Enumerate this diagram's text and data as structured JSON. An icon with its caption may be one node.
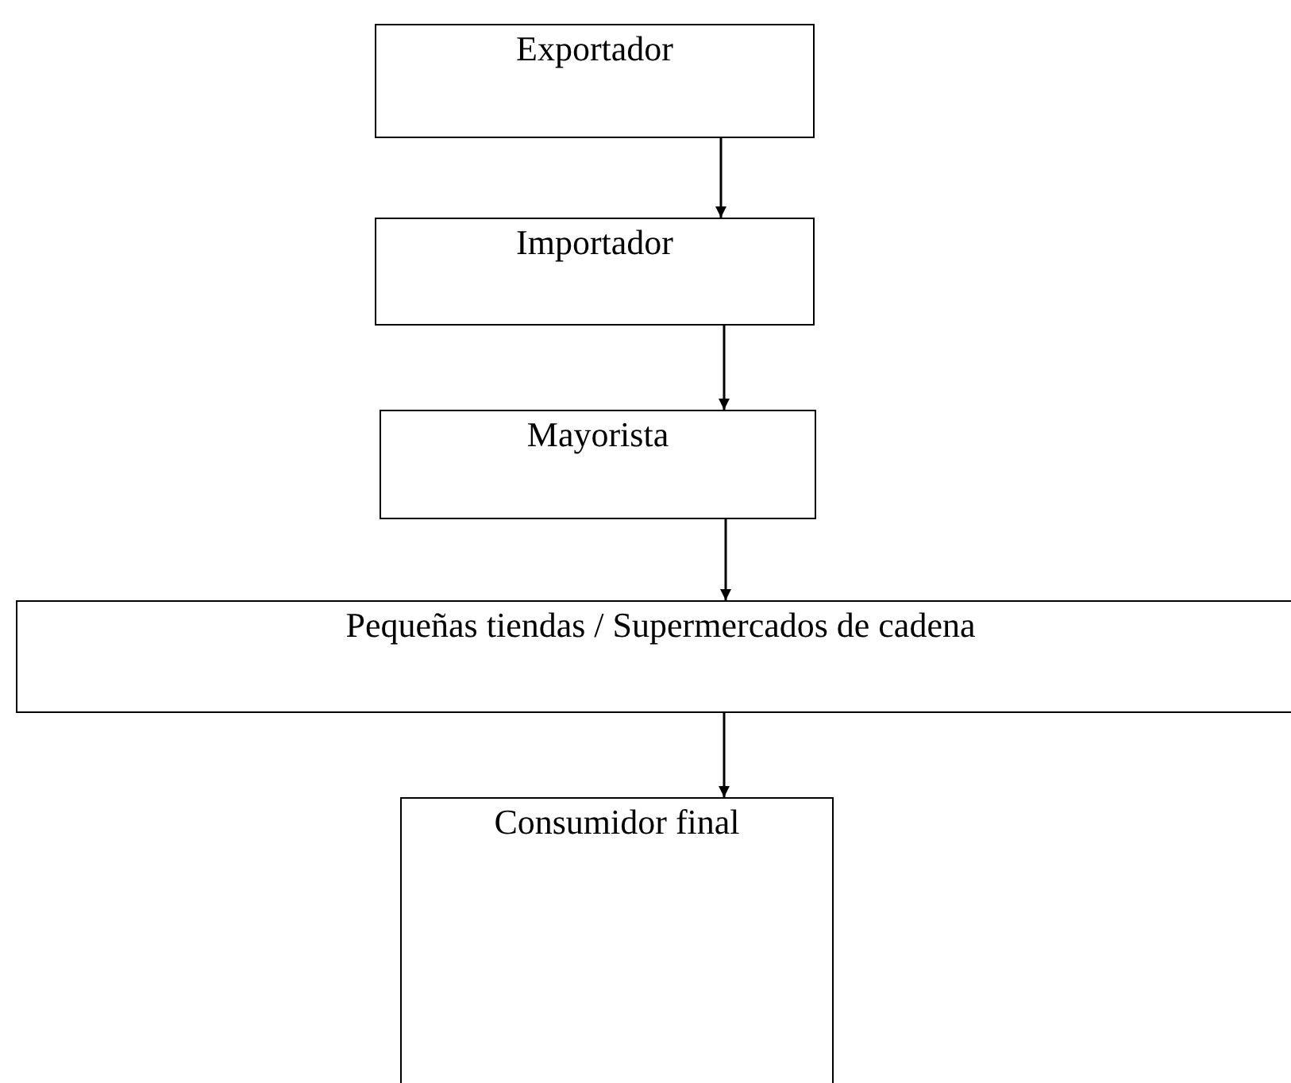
{
  "diagram": {
    "nodes": [
      {
        "text": [
          "Exportador"
        ]
      },
      {
        "text": [
          "Importador"
        ]
      },
      {
        "text": [
          "Mayorista"
        ]
      },
      {
        "text": [
          "Pequeñas tiendas / Supermercados de cadena"
        ]
      },
      {
        "text": [
          "Consumidor final"
        ]
      }
    ],
    "edges": [
      {
        "from": 0,
        "to": 1,
        "arrow": "to"
      },
      {
        "from": 1,
        "to": 2,
        "arrow": "to"
      },
      {
        "from": 2,
        "to": 3,
        "arrow": "to"
      },
      {
        "from": 3,
        "to": 4,
        "arrow": "to"
      }
    ]
  }
}
